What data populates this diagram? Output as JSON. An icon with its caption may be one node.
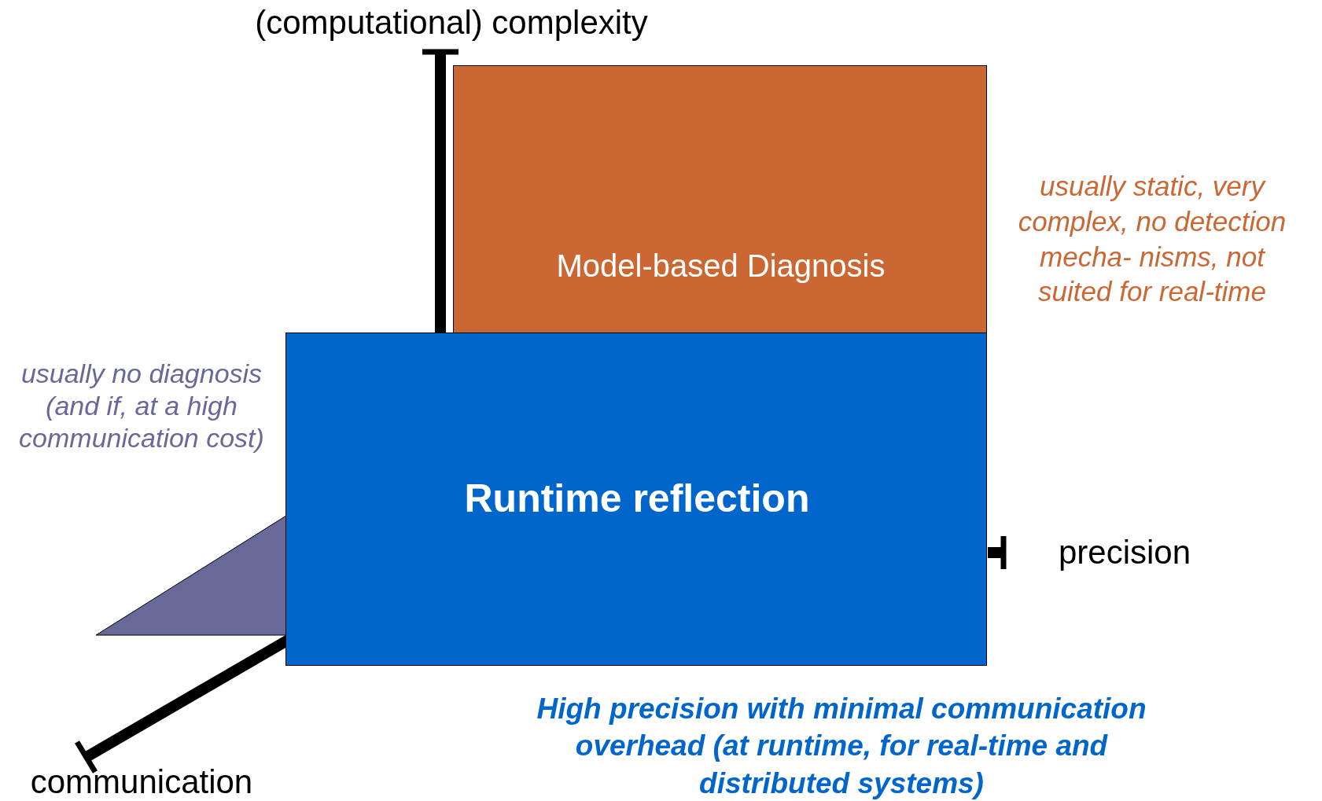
{
  "diagram": {
    "nodes": [
      {
        "text": [
          "Model-based Diagnosis"
        ],
        "beside": [
          "usually static, very complex, no detection mecha- nisms, not suited for real-time"
        ]
      },
      {
        "text": [],
        "shape": "triangle"
      },
      {
        "text": [
          "Runtime reflection"
        ],
        "beside": [
          "High precision with minimal communication overhead (at runtime, for real-time and distributed systems)"
        ]
      }
    ],
    "labels": [
      "(computational) complexity",
      "usually no diagnosis (and if, at a high communication cost)",
      "precision",
      "communication"
    ]
  }
}
